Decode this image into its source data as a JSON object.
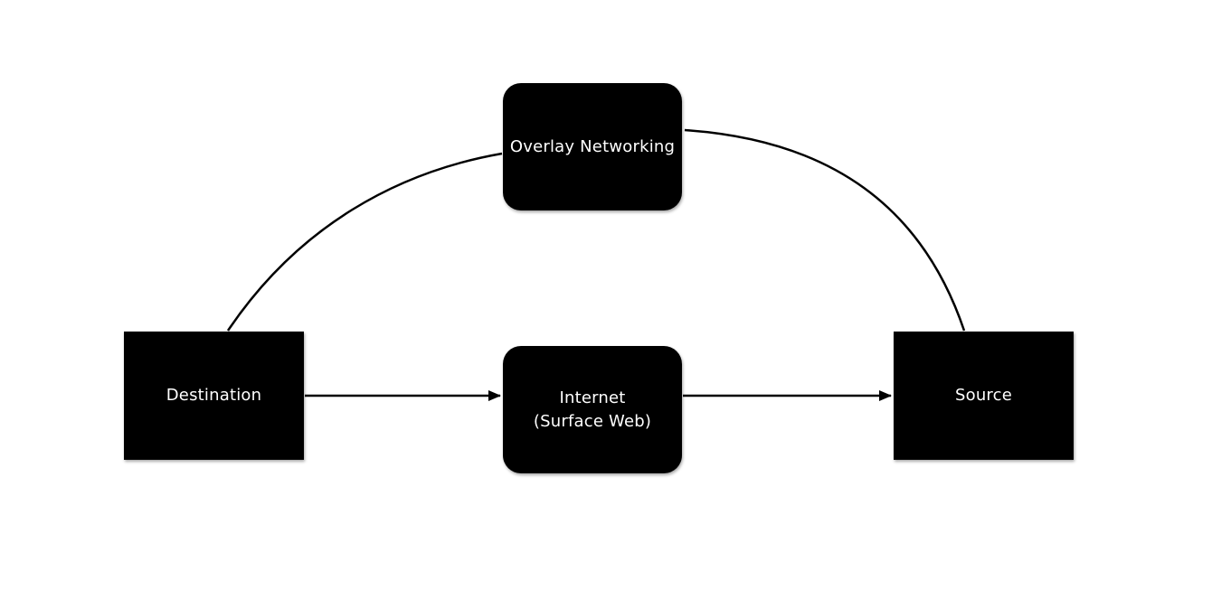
{
  "diagram": {
    "nodes": {
      "overlay": {
        "label": "Overlay Networking",
        "shape": "rounded-rectangle"
      },
      "internet": {
        "label": "Internet\n(Surface Web)",
        "shape": "rounded-rectangle"
      },
      "destination": {
        "label": "Destination",
        "shape": "rectangle"
      },
      "source": {
        "label": "Source",
        "shape": "rectangle"
      }
    },
    "edges": [
      {
        "from": "destination",
        "to": "internet",
        "style": "straight-arrow"
      },
      {
        "from": "internet",
        "to": "source",
        "style": "straight-arrow"
      },
      {
        "from": "destination",
        "to": "overlay",
        "style": "curve"
      },
      {
        "from": "overlay",
        "to": "source",
        "style": "curve"
      }
    ],
    "colors": {
      "node_fill": "#000000",
      "node_text": "#ffffff",
      "edge": "#000000",
      "background": "#ffffff"
    }
  }
}
